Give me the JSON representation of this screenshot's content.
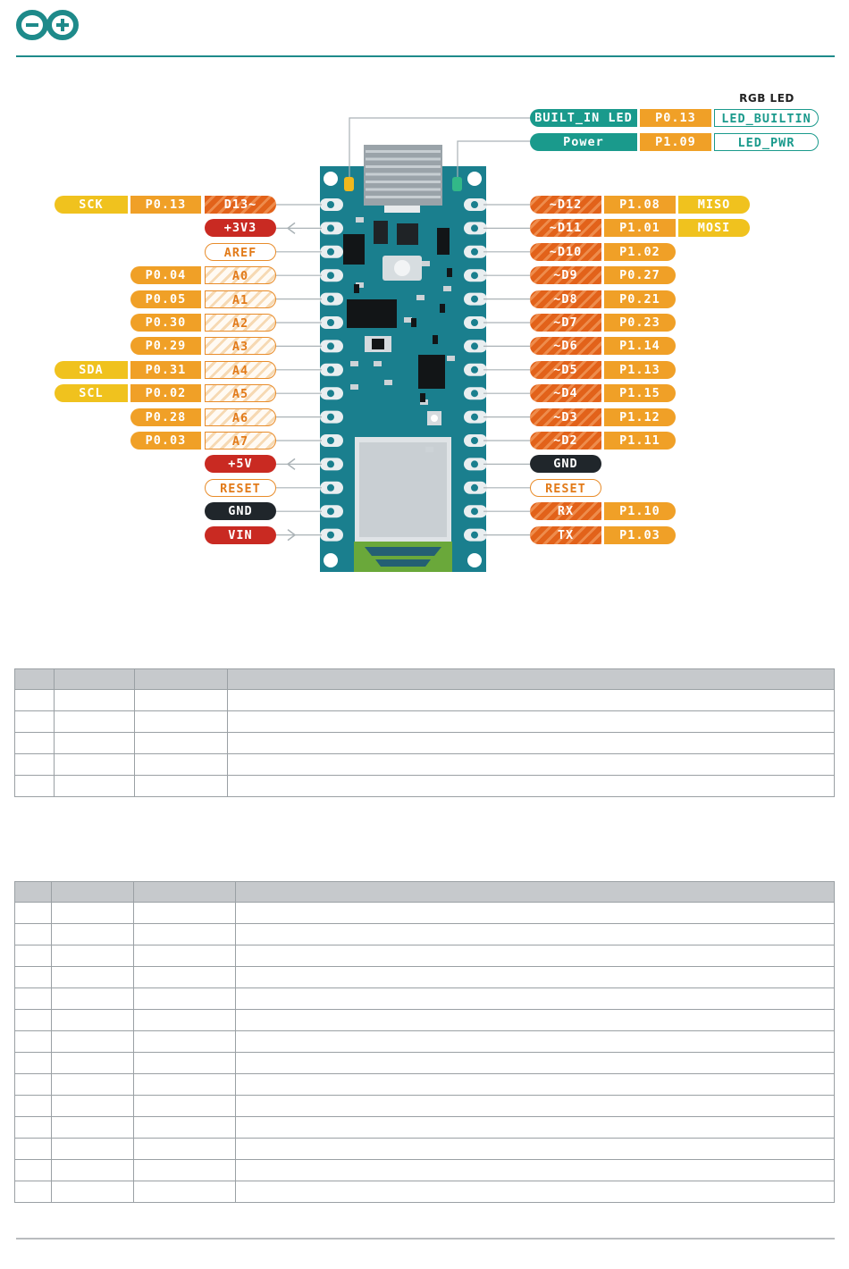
{
  "brand": {
    "name": "Arduino",
    "color": "#1e8a8a",
    "icon": "arduino-infinity-logo"
  },
  "rgb_led_label": "RGB LED",
  "top_rows": [
    {
      "name": "builtin-led",
      "items": [
        {
          "text": "BUILT_IN LED",
          "style": "teal"
        },
        {
          "text": "P0.13",
          "style": "orange"
        },
        {
          "text": "LED_BUILTIN",
          "style": "tealout"
        }
      ]
    },
    {
      "name": "power-led",
      "items": [
        {
          "text": "Power",
          "style": "teal"
        },
        {
          "text": "P1.09",
          "style": "orange"
        },
        {
          "text": "LED_PWR",
          "style": "tealout"
        }
      ]
    }
  ],
  "left_pins": [
    {
      "name": "d13",
      "items": [
        {
          "text": "SCK",
          "style": "yellow"
        },
        {
          "text": "P0.13",
          "style": "orange"
        },
        {
          "text": "D13~",
          "style": "dhatch"
        }
      ]
    },
    {
      "name": "3v3",
      "arrow": "out",
      "items": [
        {
          "text": "+3V3",
          "style": "red"
        }
      ]
    },
    {
      "name": "aref",
      "items": [
        {
          "text": "AREF",
          "style": "outline"
        }
      ]
    },
    {
      "name": "a0",
      "items": [
        {
          "text": "P0.04",
          "style": "orange"
        },
        {
          "text": "A0",
          "style": "hatch"
        }
      ]
    },
    {
      "name": "a1",
      "items": [
        {
          "text": "P0.05",
          "style": "orange"
        },
        {
          "text": "A1",
          "style": "hatch"
        }
      ]
    },
    {
      "name": "a2",
      "items": [
        {
          "text": "P0.30",
          "style": "orange"
        },
        {
          "text": "A2",
          "style": "hatch"
        }
      ]
    },
    {
      "name": "a3",
      "items": [
        {
          "text": "P0.29",
          "style": "orange"
        },
        {
          "text": "A3",
          "style": "hatch"
        }
      ]
    },
    {
      "name": "a4",
      "items": [
        {
          "text": "SDA",
          "style": "yellow"
        },
        {
          "text": "P0.31",
          "style": "orange"
        },
        {
          "text": "A4",
          "style": "hatch"
        }
      ]
    },
    {
      "name": "a5",
      "items": [
        {
          "text": "SCL",
          "style": "yellow"
        },
        {
          "text": "P0.02",
          "style": "orange"
        },
        {
          "text": "A5",
          "style": "hatch"
        }
      ]
    },
    {
      "name": "a6",
      "items": [
        {
          "text": "P0.28",
          "style": "orange"
        },
        {
          "text": "A6",
          "style": "hatch"
        }
      ]
    },
    {
      "name": "a7",
      "items": [
        {
          "text": "P0.03",
          "style": "orange"
        },
        {
          "text": "A7",
          "style": "hatch"
        }
      ]
    },
    {
      "name": "5v",
      "arrow": "out",
      "items": [
        {
          "text": "+5V",
          "style": "red"
        }
      ]
    },
    {
      "name": "reset",
      "items": [
        {
          "text": "RESET",
          "style": "outline"
        }
      ]
    },
    {
      "name": "gnd",
      "items": [
        {
          "text": "GND",
          "style": "black"
        }
      ]
    },
    {
      "name": "vin",
      "arrow": "in",
      "items": [
        {
          "text": "VIN",
          "style": "red"
        }
      ]
    }
  ],
  "right_pins": [
    {
      "name": "d12",
      "items": [
        {
          "text": "~D12",
          "style": "dhatch"
        },
        {
          "text": "P1.08",
          "style": "orange"
        },
        {
          "text": "MISO",
          "style": "yellow"
        }
      ]
    },
    {
      "name": "d11",
      "items": [
        {
          "text": "~D11",
          "style": "dhatch"
        },
        {
          "text": "P1.01",
          "style": "orange"
        },
        {
          "text": "MOSI",
          "style": "yellow"
        }
      ]
    },
    {
      "name": "d10",
      "items": [
        {
          "text": "~D10",
          "style": "dhatch"
        },
        {
          "text": "P1.02",
          "style": "orange"
        }
      ]
    },
    {
      "name": "d9",
      "items": [
        {
          "text": "~D9",
          "style": "dhatch"
        },
        {
          "text": "P0.27",
          "style": "orange"
        }
      ]
    },
    {
      "name": "d8",
      "items": [
        {
          "text": "~D8",
          "style": "dhatch"
        },
        {
          "text": "P0.21",
          "style": "orange"
        }
      ]
    },
    {
      "name": "d7",
      "items": [
        {
          "text": "~D7",
          "style": "dhatch"
        },
        {
          "text": "P0.23",
          "style": "orange"
        }
      ]
    },
    {
      "name": "d6",
      "items": [
        {
          "text": "~D6",
          "style": "dhatch"
        },
        {
          "text": "P1.14",
          "style": "orange"
        }
      ]
    },
    {
      "name": "d5",
      "items": [
        {
          "text": "~D5",
          "style": "dhatch"
        },
        {
          "text": "P1.13",
          "style": "orange"
        }
      ]
    },
    {
      "name": "d4",
      "items": [
        {
          "text": "~D4",
          "style": "dhatch"
        },
        {
          "text": "P1.15",
          "style": "orange"
        }
      ]
    },
    {
      "name": "d3",
      "items": [
        {
          "text": "~D3",
          "style": "dhatch"
        },
        {
          "text": "P1.12",
          "style": "orange"
        }
      ]
    },
    {
      "name": "d2",
      "items": [
        {
          "text": "~D2",
          "style": "dhatch"
        },
        {
          "text": "P1.11",
          "style": "orange"
        }
      ]
    },
    {
      "name": "gnd",
      "items": [
        {
          "text": "GND",
          "style": "black"
        }
      ]
    },
    {
      "name": "reset",
      "items": [
        {
          "text": "RESET",
          "style": "outline"
        }
      ]
    },
    {
      "name": "rx",
      "items": [
        {
          "text": "RX",
          "style": "dhatch"
        },
        {
          "text": "P1.10",
          "style": "orange"
        }
      ]
    },
    {
      "name": "tx",
      "items": [
        {
          "text": "TX",
          "style": "dhatch"
        },
        {
          "text": "P1.03",
          "style": "orange"
        }
      ]
    }
  ],
  "colors": {
    "board": "#1a7f8e",
    "pad": "#e9eef0",
    "teal": "#1a9a8c",
    "orange": "#f0a027",
    "red": "#c92a22"
  },
  "tables": [
    {
      "name": "table-1",
      "rows": 5
    },
    {
      "name": "table-2",
      "rows": 14
    }
  ]
}
